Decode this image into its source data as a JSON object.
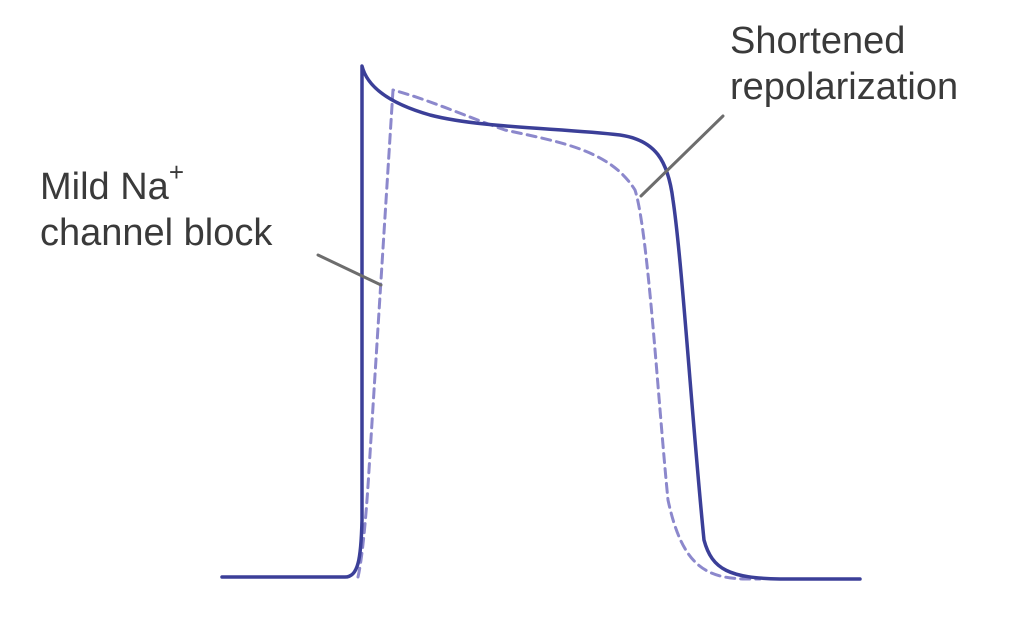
{
  "annotations": {
    "na_block": {
      "line1_text": "Mild Na",
      "line1_superscript": "+",
      "line2": "channel block"
    },
    "repolarization": {
      "line1": "Shortened",
      "line2": "repolarization"
    }
  },
  "colors": {
    "trace": "#3b3f98",
    "dashed_trace": "#8c88cc",
    "leader_line": "#6d6d6d",
    "text": "#3a3a3a",
    "background": "#ffffff"
  }
}
